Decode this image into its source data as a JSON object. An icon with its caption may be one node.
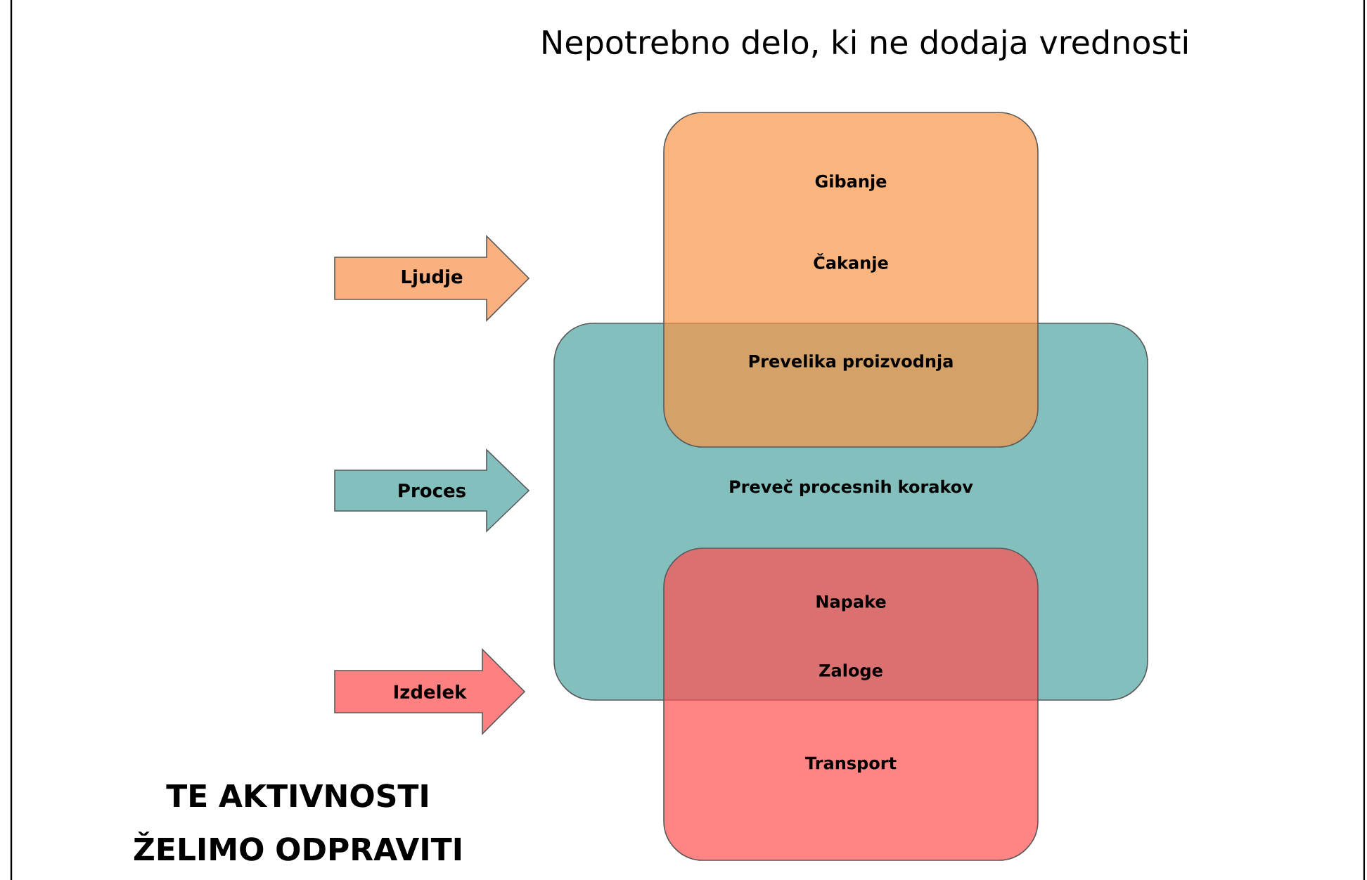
{
  "diagram": {
    "title": "Nepotrebno delo, ki ne dodaja vrednosti",
    "nodes": [
      {
        "text": [
          "Preveč procesnih korakov"
        ]
      },
      {
        "text": [
          "Gibanje",
          "Čakanje",
          "Prevelika proizvodnja"
        ]
      },
      {
        "text": [
          "Napake",
          "Zaloge",
          "Transport"
        ]
      },
      {
        "text": [
          "Ljudje"
        ]
      },
      {
        "text": [
          "Proces"
        ]
      },
      {
        "text": [
          "Izdelek"
        ]
      }
    ],
    "labels": [
      "TE AKTIVNOSTI ŽELIMO ODPRAVITI"
    ]
  }
}
